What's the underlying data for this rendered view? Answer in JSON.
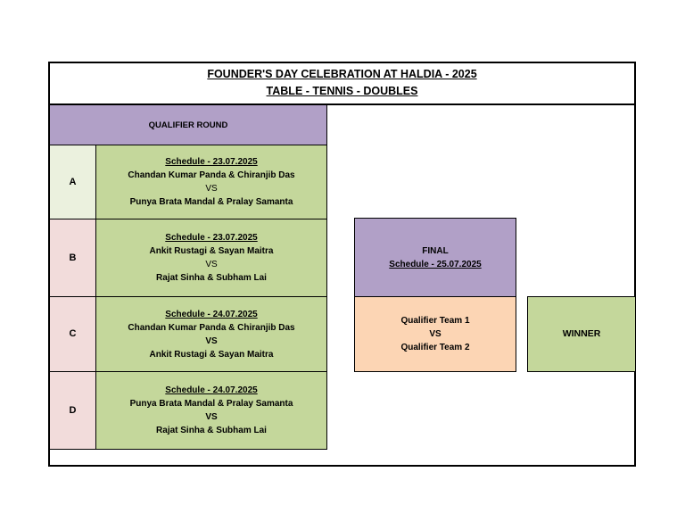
{
  "header": {
    "title_line1": "FOUNDER'S DAY CELEBRATION AT HALDIA - 2025",
    "title_line2": "TABLE - TENNIS - DOUBLES"
  },
  "qualifier": {
    "heading": "QUALIFIER ROUND",
    "matches": [
      {
        "label": "A",
        "schedule": "Schedule - 23.07.2025",
        "team1": "Chandan Kumar Panda & Chiranjib Das",
        "vs": "VS",
        "team2": "Punya Brata Mandal & Pralay Samanta"
      },
      {
        "label": "B",
        "schedule": "Schedule - 23.07.2025",
        "team1": "Ankit Rustagi & Sayan Maitra",
        "vs": "VS",
        "team2": "Rajat Sinha & Subham Lai"
      },
      {
        "label": "C",
        "schedule": "Schedule - 24.07.2025",
        "team1": "Chandan Kumar Panda & Chiranjib Das",
        "vs": "VS",
        "team2": "Ankit Rustagi & Sayan Maitra"
      },
      {
        "label": "D",
        "schedule": "Schedule - 24.07.2025",
        "team1": "Punya Brata Mandal & Pralay Samanta",
        "vs": "VS",
        "team2": "Rajat Sinha & Subham Lai"
      }
    ]
  },
  "final": {
    "heading": "FINAL",
    "schedule": "Schedule - 25.07.2025",
    "team1": "Qualifier Team 1",
    "vs": "VS",
    "team2": "Qualifier Team 2"
  },
  "winner": {
    "label": "WINNER"
  },
  "colors": {
    "purple": "#b1a0c7",
    "green": "#c4d79b",
    "light_green": "#ebf1de",
    "pink": "#f2dcdb",
    "peach": "#fcd5b4"
  }
}
